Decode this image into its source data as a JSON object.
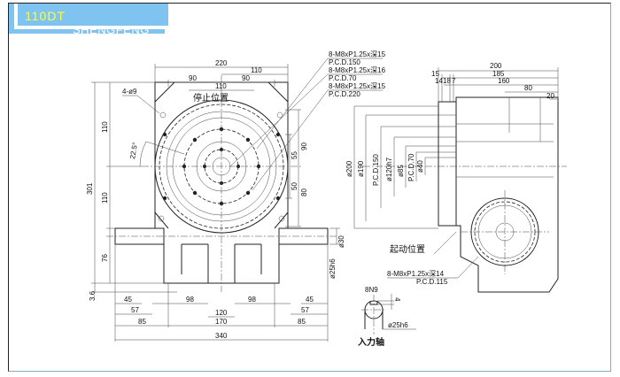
{
  "header": {
    "model": "110DT",
    "brand": "SHENGFENG",
    "accent": "#7fc3f0",
    "model_color": "#ffff33"
  },
  "front_view": {
    "top_dims": {
      "overall": "220",
      "half": "110",
      "left90": "90",
      "right90": "90",
      "inner": "110"
    },
    "stop_position": "停止位置",
    "holes": "4-ø9",
    "angle": "22.5°",
    "left_dims": {
      "total": "301",
      "upper": "110",
      "middle": "110",
      "lower": "76",
      "base": "3.6"
    },
    "right_dims": {
      "d90": "90",
      "d55": "55",
      "d50": "50",
      "d80": "80",
      "shaft": "ø30",
      "shaft_fit": "ø25h6"
    },
    "bottom_dims": {
      "d45l": "45",
      "d57l": "57",
      "d85l": "85",
      "d98l": "98",
      "d120": "120",
      "d98r": "98",
      "d170": "170",
      "d45r": "45",
      "d57r": "57",
      "d85r": "85",
      "d340": "340"
    }
  },
  "notes": [
    {
      "thread": "8-M8xP1.25x深15",
      "pcd": "P.C.D.150"
    },
    {
      "thread": "8-M8xP1.25x深16",
      "pcd": "P.C.D.70"
    },
    {
      "thread": "8-M8xP1.25x深15",
      "pcd": "P.C.D.220"
    }
  ],
  "side_view": {
    "top_dims": {
      "d200": "200",
      "d185": "185",
      "d15": "15",
      "d14": "14",
      "d18": "18",
      "d7": "7",
      "d160": "160",
      "d80": "80",
      "d20": "20"
    },
    "diameters": [
      "ø200",
      "ø190",
      "P.C.D.150",
      "ø120h7",
      "ø85",
      "P.C.D.70",
      "ø40"
    ],
    "start_position": "起动位置",
    "thread_note": "8-M8xP1.25x深14",
    "pcd_note": "P.C.D.115"
  },
  "input_shaft": {
    "key": "8N9",
    "depth": "4",
    "diameter": "ø25h6",
    "label": "入力轴"
  }
}
